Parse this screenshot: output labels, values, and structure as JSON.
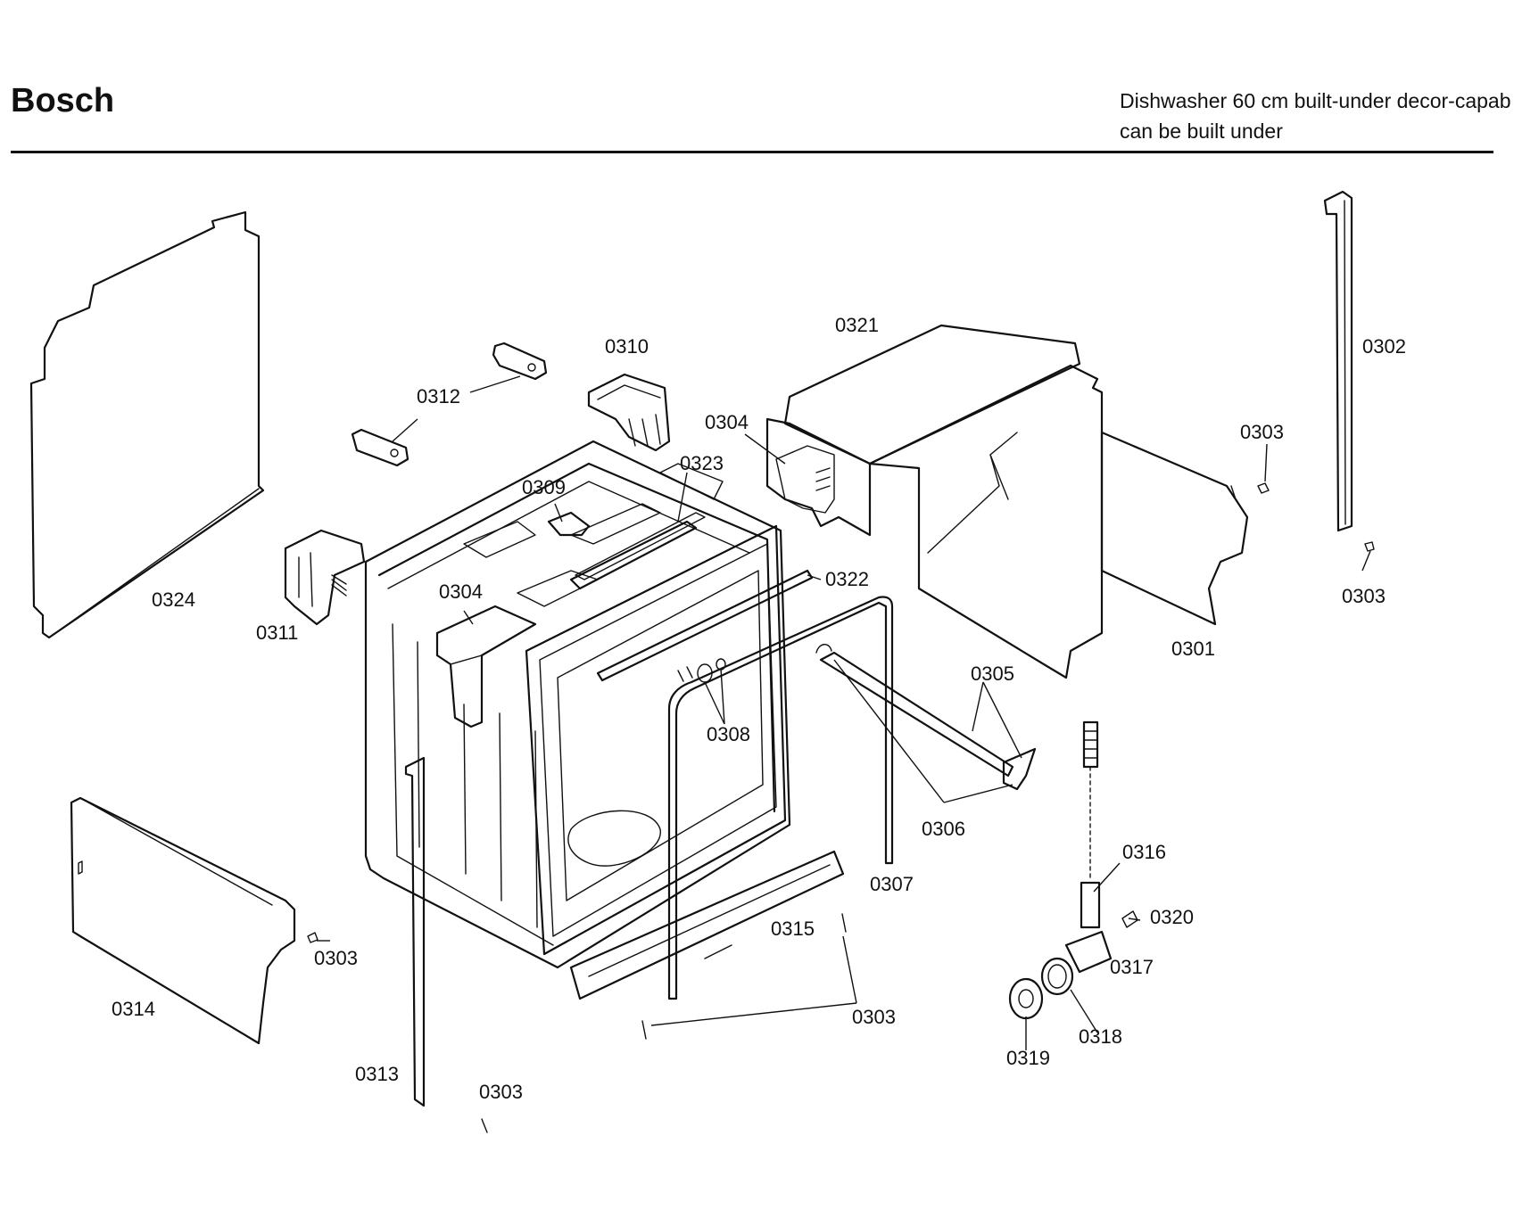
{
  "header": {
    "brand": "Bosch",
    "desc_line1": "Dishwasher 60 cm built-under decor-capab",
    "desc_line2": "can be built under"
  },
  "labels": [
    {
      "id": "l0324",
      "text": "0324"
    },
    {
      "id": "l0312",
      "text": "0312"
    },
    {
      "id": "l0310",
      "text": "0310"
    },
    {
      "id": "l0321",
      "text": "0321"
    },
    {
      "id": "l0302",
      "text": "0302"
    },
    {
      "id": "l0303a",
      "text": "0303"
    },
    {
      "id": "l0303b",
      "text": "0303"
    },
    {
      "id": "l0304a",
      "text": "0304"
    },
    {
      "id": "l0323",
      "text": "0323"
    },
    {
      "id": "l0309",
      "text": "0309"
    },
    {
      "id": "l0304b",
      "text": "0304"
    },
    {
      "id": "l0311",
      "text": "0311"
    },
    {
      "id": "l0322",
      "text": "0322"
    },
    {
      "id": "l0301",
      "text": "0301"
    },
    {
      "id": "l0305",
      "text": "0305"
    },
    {
      "id": "l0308",
      "text": "0308"
    },
    {
      "id": "l0306",
      "text": "0306"
    },
    {
      "id": "l0307",
      "text": "0307"
    },
    {
      "id": "l0316",
      "text": "0316"
    },
    {
      "id": "l0320",
      "text": "0320"
    },
    {
      "id": "l0317",
      "text": "0317"
    },
    {
      "id": "l0318",
      "text": "0318"
    },
    {
      "id": "l0319",
      "text": "0319"
    },
    {
      "id": "l0315",
      "text": "0315"
    },
    {
      "id": "l0303c",
      "text": "0303"
    },
    {
      "id": "l0314",
      "text": "0314"
    },
    {
      "id": "l0303d",
      "text": "0303"
    },
    {
      "id": "l0313",
      "text": "0313"
    },
    {
      "id": "l0303e",
      "text": "0303"
    }
  ]
}
